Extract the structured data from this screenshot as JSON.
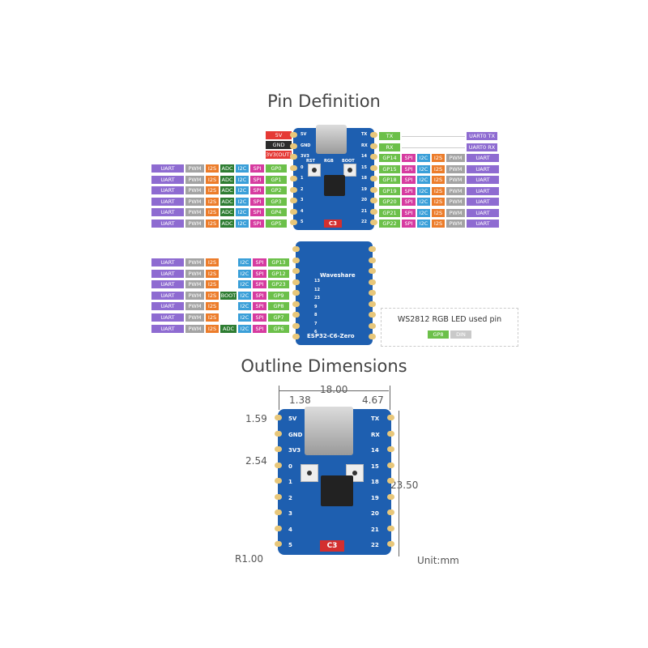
{
  "titles": {
    "pin_definition": "Pin Definition",
    "outline_dimensions": "Outline Dimensions"
  },
  "colors": {
    "uart": "#8e6bd1",
    "pwm": "#a3a3a3",
    "i2s": "#ec7c2a",
    "adc": "#2e7d32",
    "i2c": "#3a9fd8",
    "spi": "#d63ba0",
    "gpio": "#6cc04a",
    "power": "#e53935",
    "ground": "#2b2b2b",
    "board": "#1e5fb0"
  },
  "power_pins": [
    {
      "label": "5V",
      "type": "red"
    },
    {
      "label": "GND",
      "type": "dark"
    },
    {
      "label": "3V3(OUT)",
      "type": "red"
    }
  ],
  "left_pins": [
    {
      "gp": "GP0",
      "funcs": [
        "UART",
        "PWM",
        "I2S",
        "ADC",
        "I2C",
        "SPI"
      ]
    },
    {
      "gp": "GP1",
      "funcs": [
        "UART",
        "PWM",
        "I2S",
        "ADC",
        "I2C",
        "SPI"
      ]
    },
    {
      "gp": "GP2",
      "funcs": [
        "UART",
        "PWM",
        "I2S",
        "ADC",
        "I2C",
        "SPI"
      ]
    },
    {
      "gp": "GP3",
      "funcs": [
        "UART",
        "PWM",
        "I2S",
        "ADC",
        "I2C",
        "SPI"
      ]
    },
    {
      "gp": "GP4",
      "funcs": [
        "UART",
        "PWM",
        "I2S",
        "ADC",
        "I2C",
        "SPI"
      ]
    },
    {
      "gp": "GP5",
      "funcs": [
        "UART",
        "PWM",
        "I2S",
        "ADC",
        "I2C",
        "SPI"
      ]
    }
  ],
  "right_top": [
    {
      "pin": "TX",
      "func": "UART0 TX"
    },
    {
      "pin": "RX",
      "func": "UART0 RX"
    }
  ],
  "right_pins": [
    {
      "gp": "GP14",
      "funcs": [
        "SPI",
        "I2C",
        "I2S",
        "PWM",
        "UART"
      ]
    },
    {
      "gp": "GP15",
      "funcs": [
        "SPI",
        "I2C",
        "I2S",
        "PWM",
        "UART"
      ]
    },
    {
      "gp": "GP18",
      "funcs": [
        "SPI",
        "I2C",
        "I2S",
        "PWM",
        "UART"
      ]
    },
    {
      "gp": "GP19",
      "funcs": [
        "SPI",
        "I2C",
        "I2S",
        "PWM",
        "UART"
      ]
    },
    {
      "gp": "GP20",
      "funcs": [
        "SPI",
        "I2C",
        "I2S",
        "PWM",
        "UART"
      ]
    },
    {
      "gp": "GP21",
      "funcs": [
        "SPI",
        "I2C",
        "I2S",
        "PWM",
        "UART"
      ]
    },
    {
      "gp": "GP22",
      "funcs": [
        "SPI",
        "I2C",
        "I2S",
        "PWM",
        "UART"
      ]
    }
  ],
  "back_pins": [
    {
      "gp": "GP13",
      "extra": "",
      "funcs": [
        "UART",
        "PWM",
        "I2S",
        "I2C",
        "SPI"
      ]
    },
    {
      "gp": "GP12",
      "extra": "",
      "funcs": [
        "UART",
        "PWM",
        "I2S",
        "I2C",
        "SPI"
      ]
    },
    {
      "gp": "GP23",
      "extra": "",
      "funcs": [
        "UART",
        "PWM",
        "I2S",
        "I2C",
        "SPI"
      ]
    },
    {
      "gp": "GP9",
      "extra": "BOOT",
      "funcs": [
        "UART",
        "PWM",
        "I2S",
        "I2C",
        "SPI"
      ]
    },
    {
      "gp": "GP8",
      "extra": "",
      "funcs": [
        "UART",
        "PWM",
        "I2S",
        "I2C",
        "SPI"
      ]
    },
    {
      "gp": "GP7",
      "extra": "",
      "funcs": [
        "UART",
        "PWM",
        "I2S",
        "I2C",
        "SPI"
      ]
    },
    {
      "gp": "GP6",
      "extra": "ADC",
      "funcs": [
        "UART",
        "PWM",
        "I2S",
        "I2C",
        "SPI"
      ]
    }
  ],
  "board_front": {
    "left_silk": [
      "5V",
      "GND",
      "3V3",
      "0",
      "1",
      "2",
      "3",
      "4",
      "5"
    ],
    "right_silk": [
      "TX",
      "RX",
      "14",
      "15",
      "18",
      "19",
      "20",
      "21",
      "22"
    ],
    "buttons": [
      "RST",
      "RGB",
      "BOOT"
    ],
    "model": "C3"
  },
  "board_back": {
    "brand": "Waveshare",
    "model_name": "ESP32-C6-Zero",
    "pad_labels": [
      "13",
      "12",
      "23",
      "9",
      "8",
      "7",
      "6"
    ]
  },
  "led_box": {
    "title": "WS2812 RGB LED used pin",
    "pin": "GP8",
    "signal": "DIN"
  },
  "dimensions": {
    "width": "18.00",
    "left_offset": "1.38",
    "right_offset": "4.67",
    "top_offset": "1.59",
    "pitch": "2.54",
    "height": "23.50",
    "corner_radius": "R1.00",
    "unit": "Unit:mm"
  }
}
